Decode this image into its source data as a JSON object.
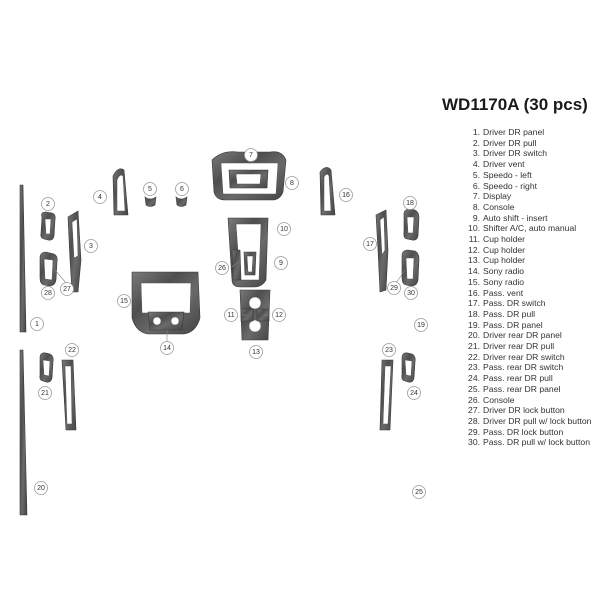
{
  "title": "WD1170A (30 pcs)",
  "colors": {
    "trim": "#555555",
    "outline": "#3a3a3a",
    "callout_border": "#9a9a9a"
  },
  "legend": [
    {
      "num": "1.",
      "text": "Driver DR panel"
    },
    {
      "num": "2.",
      "text": "Driver DR pull"
    },
    {
      "num": "3.",
      "text": "Driver DR switch"
    },
    {
      "num": "4.",
      "text": "Driver vent"
    },
    {
      "num": "5.",
      "text": "Speedo - left"
    },
    {
      "num": "6.",
      "text": "Speedo - right"
    },
    {
      "num": "7.",
      "text": "Display"
    },
    {
      "num": "8.",
      "text": "Console"
    },
    {
      "num": "9.",
      "text": "Auto shift - insert"
    },
    {
      "num": "10.",
      "text": "Shifter A/C, auto manual"
    },
    {
      "num": "11.",
      "text": "Cup holder"
    },
    {
      "num": "12.",
      "text": "Cup holder"
    },
    {
      "num": "13.",
      "text": "Cup holder"
    },
    {
      "num": "14.",
      "text": "Sony radio"
    },
    {
      "num": "15.",
      "text": "Sony radio"
    },
    {
      "num": "16.",
      "text": "Pass. vent"
    },
    {
      "num": "17.",
      "text": "Pass. DR switch"
    },
    {
      "num": "18.",
      "text": "Pass. DR pull"
    },
    {
      "num": "19.",
      "text": "Pass. DR panel"
    },
    {
      "num": "20.",
      "text": "Driver rear DR panel"
    },
    {
      "num": "21.",
      "text": "Driver rear DR pull"
    },
    {
      "num": "22.",
      "text": "Driver rear DR switch"
    },
    {
      "num": "23.",
      "text": "Pass. rear DR switch"
    },
    {
      "num": "24.",
      "text": "Pass. rear DR pull"
    },
    {
      "num": "25.",
      "text": "Pass. rear DR panel"
    },
    {
      "num": "26.",
      "text": "Console"
    },
    {
      "num": "27.",
      "text": "Driver DR lock button"
    },
    {
      "num": "28.",
      "text": "Driver DR pull w/ lock button"
    },
    {
      "num": "29.",
      "text": "Pass. DR lock button"
    },
    {
      "num": "30.",
      "text": "Pass. DR pull w/ lock button"
    }
  ],
  "callouts": [
    "1",
    "2",
    "3",
    "4",
    "5",
    "6",
    "7",
    "8",
    "9",
    "10",
    "11",
    "12",
    "13",
    "14",
    "15",
    "16",
    "17",
    "18",
    "19",
    "20",
    "21",
    "22",
    "23",
    "24",
    "25",
    "26",
    "27",
    "28",
    "29",
    "30"
  ]
}
